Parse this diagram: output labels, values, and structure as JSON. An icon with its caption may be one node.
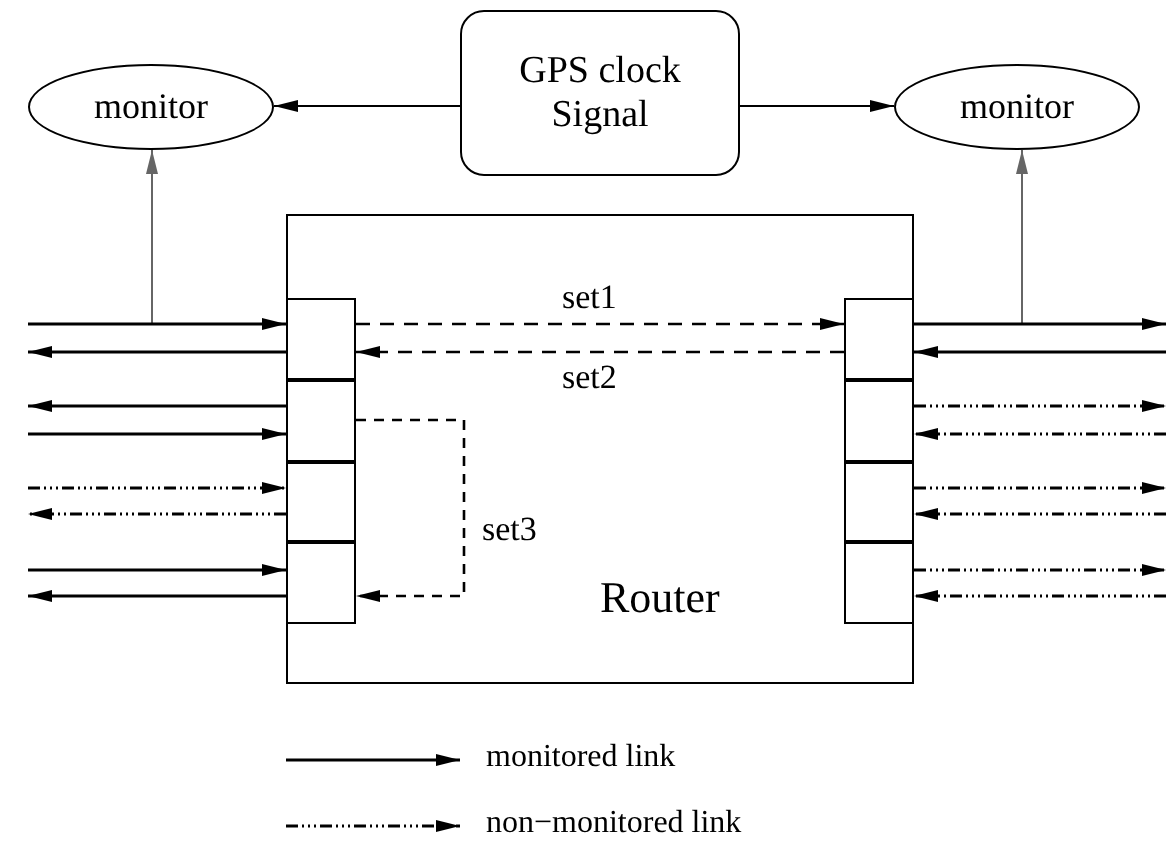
{
  "diagram": {
    "nodes": [
      {
        "text": [
          "monitor"
        ]
      },
      {
        "text": [
          "GPS clock Signal"
        ]
      },
      {
        "text": [
          "monitor"
        ]
      },
      {
        "text": [
          "Router"
        ]
      },
      {
        "text": [],
        "shape": "box",
        "in": 3
      },
      {
        "text": [],
        "shape": "box",
        "in": 3
      },
      {
        "text": [],
        "shape": "box",
        "in": 3
      },
      {
        "text": [],
        "shape": "box",
        "in": 3
      },
      {
        "text": [],
        "shape": "box",
        "in": 3
      },
      {
        "text": [],
        "shape": "box",
        "in": 3
      },
      {
        "text": [],
        "shape": "box",
        "in": 3
      },
      {
        "text": [],
        "shape": "box",
        "in": 3
      }
    ],
    "edges": [
      {
        "from": 1,
        "to": 0,
        "arrow": "to"
      },
      {
        "from": 1,
        "to": 2,
        "arrow": "to"
      },
      {
        "from": 4,
        "to": 0,
        "arrow": "to",
        "color": "#666666"
      },
      {
        "from": 8,
        "to": 2,
        "arrow": "to",
        "color": "#666666"
      },
      {
        "from": 4,
        "to": 8,
        "arrow": "to",
        "label": "set1",
        "style": "dashed"
      },
      {
        "from": 8,
        "to": 4,
        "arrow": "to",
        "label": "set2",
        "style": "dashed"
      },
      {
        "from": 5,
        "to": 7,
        "arrow": "to",
        "label": "set3",
        "style": "dashed"
      },
      {
        "from": null,
        "to": 4,
        "arrow": "to"
      },
      {
        "from": 4,
        "to": null,
        "arrow": "to"
      },
      {
        "from": 5,
        "to": null,
        "arrow": "to"
      },
      {
        "from": null,
        "to": 5,
        "arrow": "to"
      },
      {
        "from": null,
        "to": 6,
        "arrow": "to",
        "style": "dashed"
      },
      {
        "from": 6,
        "to": null,
        "arrow": "to",
        "style": "dashed"
      },
      {
        "from": null,
        "to": 7,
        "arrow": "to"
      },
      {
        "from": 7,
        "to": null,
        "arrow": "to"
      },
      {
        "from": 8,
        "to": null,
        "arrow": "to"
      },
      {
        "from": null,
        "to": 8,
        "arrow": "to"
      },
      {
        "from": 9,
        "to": null,
        "arrow": "to",
        "style": "dashed"
      },
      {
        "from": null,
        "to": 9,
        "arrow": "to",
        "style": "dashed"
      },
      {
        "from": 10,
        "to": null,
        "arrow": "to",
        "style": "dashed"
      },
      {
        "from": null,
        "to": 10,
        "arrow": "to",
        "style": "dashed"
      },
      {
        "from": 11,
        "to": null,
        "arrow": "to",
        "style": "dashed"
      },
      {
        "from": null,
        "to": 11,
        "arrow": "to",
        "style": "dashed"
      }
    ],
    "legend": [
      {
        "text": "monitored link"
      },
      {
        "text": "non−monitored link"
      }
    ]
  }
}
